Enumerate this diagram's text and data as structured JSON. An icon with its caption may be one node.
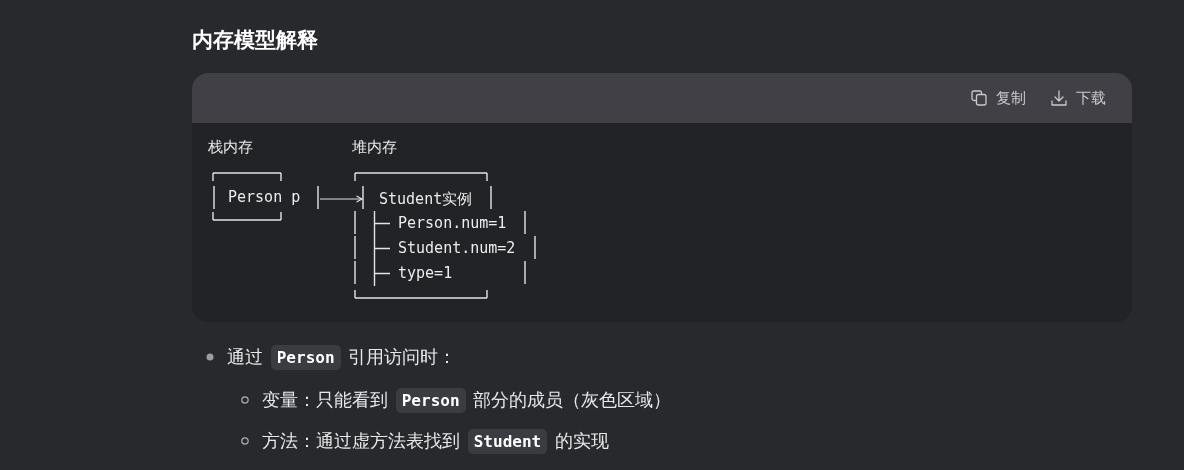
{
  "diagram": {
    "title": "内存模型解释",
    "nodes": [
      {
        "text": [
          "栈内存",
          "Person p"
        ]
      },
      {
        "text": [
          "堆内存",
          "Student实例",
          "Person.num=1",
          "Student.num=2",
          "type=1"
        ]
      }
    ],
    "edges": [
      {
        "from": 0,
        "to": 1,
        "arrow": "to"
      }
    ],
    "labels": [
      "复制",
      "下载",
      "通过 **Person** 引用访问时：",
      "变量：只能看到 **Person** 部分的成员（灰色区域）",
      "方法：通过虚方法表找到 **Student** 的实现"
    ]
  }
}
